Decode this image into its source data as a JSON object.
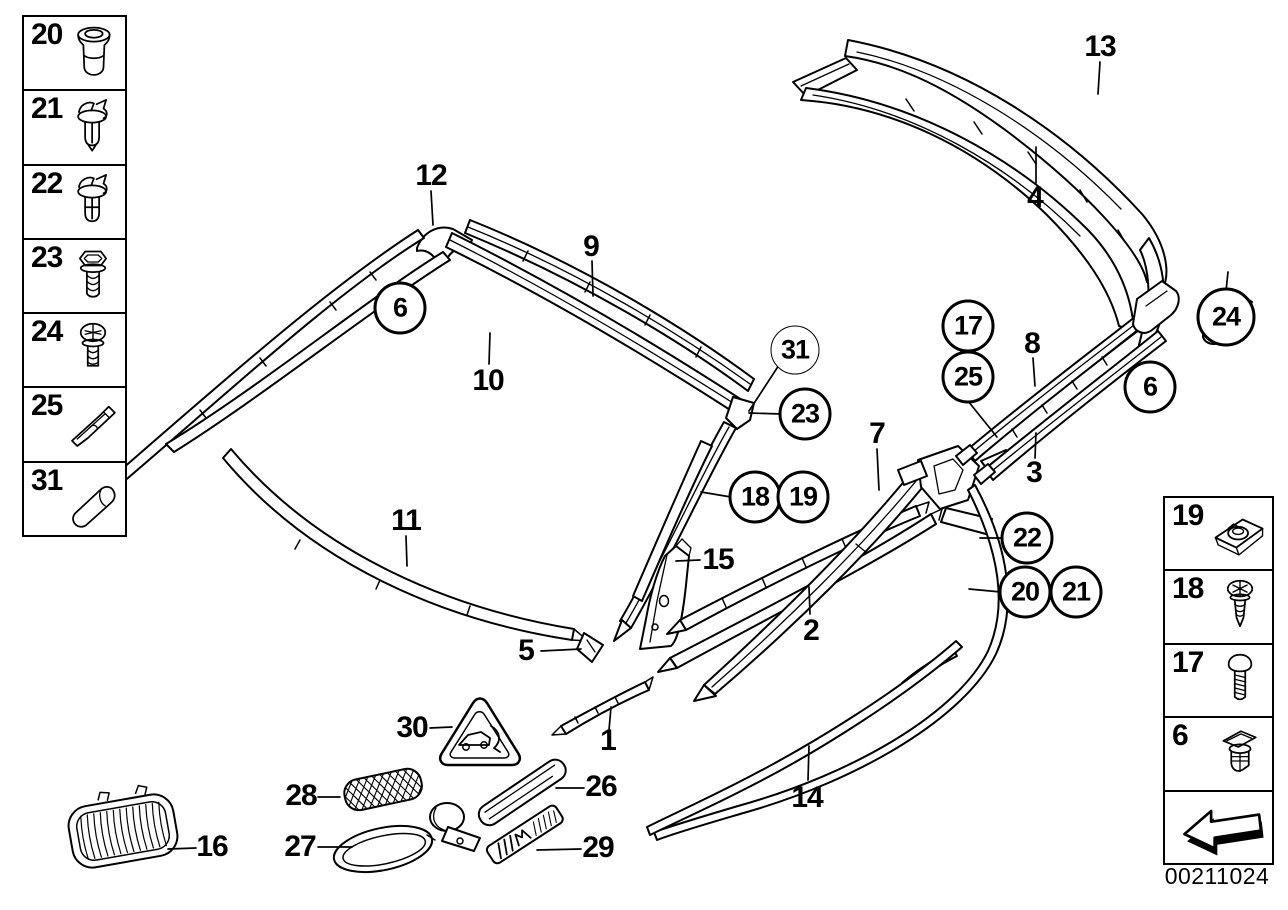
{
  "doc_number": "00211024",
  "colors": {
    "line": "#000000",
    "background": "#ffffff"
  },
  "sidebar_left": {
    "items": [
      {
        "number": "20",
        "icon": "grommet-icon"
      },
      {
        "number": "21",
        "icon": "spreading-rivet-icon"
      },
      {
        "number": "22",
        "icon": "spreading-rivet-icon"
      },
      {
        "number": "23",
        "icon": "hex-head-screw-icon"
      },
      {
        "number": "24",
        "icon": "phillips-pan-head-screw-icon"
      },
      {
        "number": "25",
        "icon": "clamp-bracket-icon"
      },
      {
        "number": "31",
        "icon": "roller-pin-icon"
      }
    ]
  },
  "sidebar_right": {
    "items": [
      {
        "number": "19",
        "icon": "cage-nut-clip-icon"
      },
      {
        "number": "18",
        "icon": "phillips-screw-icon"
      },
      {
        "number": "17",
        "icon": "torx-screw-icon"
      },
      {
        "number": "6",
        "icon": "expansion-rivet-icon"
      }
    ],
    "footer_icon": "back-arrow-icon"
  },
  "callouts": [
    {
      "label": "12"
    },
    {
      "label": "9"
    },
    {
      "label": "10"
    },
    {
      "label": "13"
    },
    {
      "label": "4"
    },
    {
      "label": "7"
    },
    {
      "label": "8"
    },
    {
      "label": "3"
    },
    {
      "label": "15"
    },
    {
      "label": "2"
    },
    {
      "label": "11"
    },
    {
      "label": "5"
    },
    {
      "label": "1"
    },
    {
      "label": "30"
    },
    {
      "label": "26"
    },
    {
      "label": "29"
    },
    {
      "label": "27"
    },
    {
      "label": "28"
    },
    {
      "label": "16"
    },
    {
      "label": "14"
    },
    {
      "label": "6"
    },
    {
      "label": "23"
    },
    {
      "label": "17"
    },
    {
      "label": "25"
    },
    {
      "label": "18"
    },
    {
      "label": "19"
    },
    {
      "label": "22"
    },
    {
      "label": "20"
    },
    {
      "label": "21"
    },
    {
      "label": "6"
    },
    {
      "label": "24"
    },
    {
      "label": "31"
    }
  ]
}
